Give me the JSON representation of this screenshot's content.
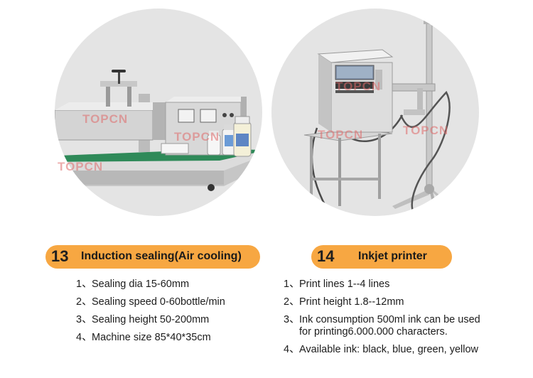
{
  "watermark": "TOPCN",
  "left_card": {
    "number": "13",
    "title": "Induction sealing(Air cooling)",
    "specs": [
      {
        "num": "1、",
        "lines": [
          "Sealing dia 15-60mm"
        ]
      },
      {
        "num": "2、",
        "lines": [
          "Sealing speed 0-60bottle/min"
        ]
      },
      {
        "num": "3、",
        "lines": [
          "Sealing height 50-200mm"
        ]
      },
      {
        "num": "4、",
        "lines": [
          "Machine size 85*40*35cm"
        ]
      }
    ]
  },
  "right_card": {
    "number": "14",
    "title": "Inkjet printer",
    "specs": [
      {
        "num": "1、",
        "lines": [
          "Print lines 1--4 lines"
        ]
      },
      {
        "num": "2、",
        "lines": [
          "Print height 1.8--12mm"
        ]
      },
      {
        "num": "3、",
        "lines": [
          "Ink consumption 500ml ink can be used",
          "for printing6.000.000 characters."
        ]
      },
      {
        "num": "4、",
        "lines": [
          "Available ink: black, blue, green, yellow"
        ]
      }
    ]
  }
}
